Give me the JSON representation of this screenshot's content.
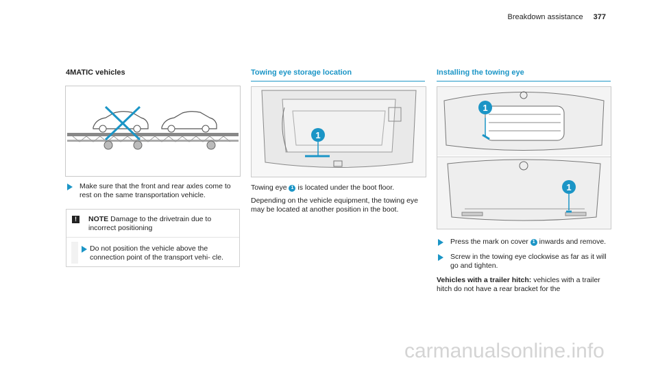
{
  "header": {
    "section": "Breakdown assistance",
    "page": "377"
  },
  "col1": {
    "title": "4MATIC vehicles",
    "step": "Make sure that the front and rear axles come to rest on the same transportation vehicle.",
    "note": {
      "icon": "!",
      "label": "NOTE",
      "text": "Damage to the drivetrain due to incorrect positioning",
      "step": "Do not position the vehicle above the connection point of the transport vehi- cle."
    }
  },
  "col2": {
    "title": "Towing eye storage location",
    "callout": "1",
    "p1_a": "Towing eye",
    "p1_b": "is located under the boot floor.",
    "p2": "Depending on the vehicle equipment, the towing eye may be located at another position in the boot."
  },
  "col3": {
    "title": "Installing the towing eye",
    "callout": "1",
    "step1_a": "Press the mark on cover",
    "step1_b": "inwards and remove.",
    "step2": "Screw in the towing eye clockwise as far as it will go and tighten.",
    "p_bold": "Vehicles with a trailer hitch:",
    "p_rest": "vehicles with a trailer hitch do not have a rear bracket for the"
  },
  "colors": {
    "accent": "#1b95c6",
    "text": "#222222",
    "border": "#c9c9c9"
  },
  "watermark": "carmanualsonline.info"
}
